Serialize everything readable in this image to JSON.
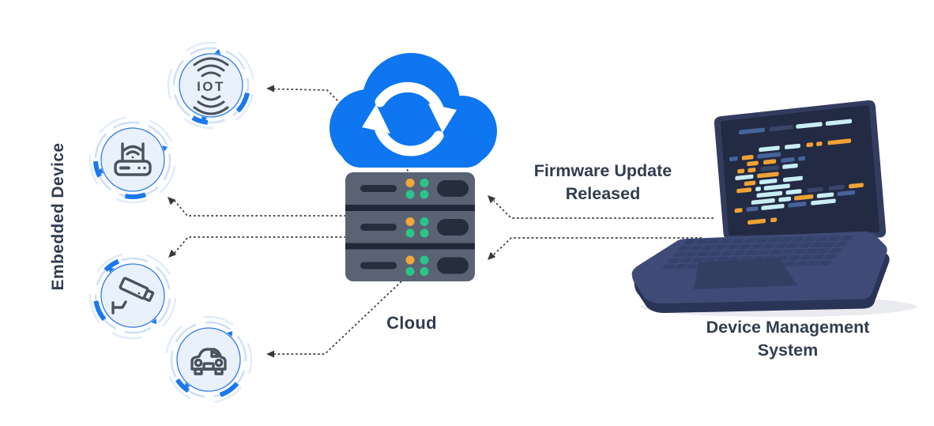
{
  "labels": {
    "embedded_device": "Embedded Device",
    "cloud": "Cloud",
    "firmware_update_line1": "Firmware Update",
    "firmware_update_line2": "Released",
    "dms_line1": "Device Management",
    "dms_line2": "System",
    "iot_text": "IOT"
  },
  "devices": [
    {
      "name": "iot-device",
      "icon": "iot-icon"
    },
    {
      "name": "router-device",
      "icon": "wifi-router-icon"
    },
    {
      "name": "cctv-device",
      "icon": "cctv-camera-icon"
    },
    {
      "name": "car-device",
      "icon": "car-icon"
    }
  ],
  "connections": [
    {
      "from": "cloud",
      "to": "iot-device"
    },
    {
      "from": "cloud-server",
      "to": "router-device"
    },
    {
      "from": "cloud-server",
      "to": "cctv-device"
    },
    {
      "from": "cloud-server",
      "to": "car-device"
    },
    {
      "from": "cloud",
      "to": "cloud-server"
    },
    {
      "from": "device-management-system",
      "to": "cloud-server",
      "label": "Firmware Update Released"
    },
    {
      "from": "device-management-system",
      "to": "cloud-server"
    }
  ],
  "colors": {
    "cloud_blue": "#0d76f0",
    "ring_blue": "#1a78ef",
    "ring_faint": "#cfe0f7",
    "ring_outer_faint": "#e1ebfa",
    "circle_fill": "#e9f1fd",
    "circle_stroke": "#2e7ce5",
    "icon_stroke": "#4a5260",
    "server_body": "#5a6374",
    "server_dark": "#252e3d",
    "server_separator": "#212939",
    "dot_orange": "#f2a73b",
    "dot_green": "#2bc48a",
    "text": "#323c50",
    "arrow": "#38393b",
    "laptop_lid": "#333c5e",
    "laptop_screen": "#232a44",
    "laptop_base_top": "#3f4b76",
    "laptop_base_front": "#2a3456",
    "laptop_key": "#35426b",
    "laptop_trackpad": "#323e62",
    "code_cyan": "#c9edf4",
    "code_orange": "#f0a235",
    "code_blue": "#46639a",
    "code_dark": "#3a4668"
  }
}
